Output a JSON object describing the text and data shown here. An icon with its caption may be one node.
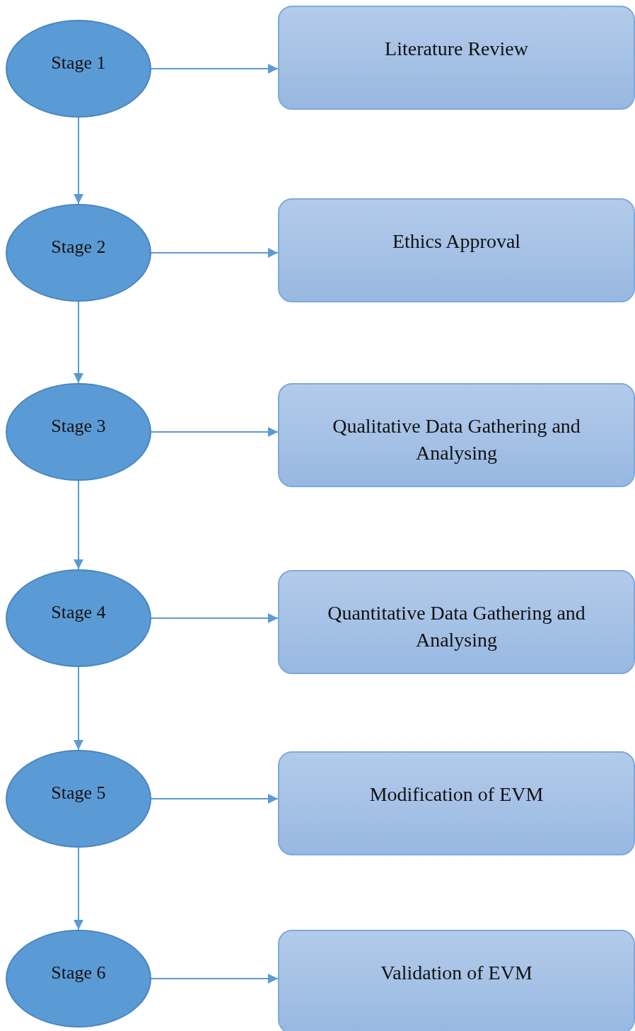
{
  "diagram": {
    "nodes": [
      {
        "text": [
          "Stage 1"
        ]
      },
      {
        "text": [
          "Literature Review"
        ]
      },
      {
        "text": [
          "Stage 2"
        ]
      },
      {
        "text": [
          "Ethics Approval"
        ]
      },
      {
        "text": [
          "Stage 3"
        ]
      },
      {
        "text": [
          "Qualitative Data Gathering and Analysing"
        ]
      },
      {
        "text": [
          "Stage 4"
        ]
      },
      {
        "text": [
          "Quantitative Data Gathering and Analysing"
        ]
      },
      {
        "text": [
          "Stage 5"
        ]
      },
      {
        "text": [
          "Modification of EVM"
        ]
      },
      {
        "text": [
          "Stage 6"
        ]
      },
      {
        "text": [
          "Validation of EVM"
        ]
      }
    ],
    "edges": [
      {
        "from": 0,
        "to": 1,
        "arrow": "to"
      },
      {
        "from": 0,
        "to": 2,
        "arrow": "to"
      },
      {
        "from": 2,
        "to": 3,
        "arrow": "to"
      },
      {
        "from": 2,
        "to": 4,
        "arrow": "to"
      },
      {
        "from": 4,
        "to": 5,
        "arrow": "to"
      },
      {
        "from": 4,
        "to": 6,
        "arrow": "to"
      },
      {
        "from": 6,
        "to": 7,
        "arrow": "to"
      },
      {
        "from": 6,
        "to": 8,
        "arrow": "to"
      },
      {
        "from": 8,
        "to": 9,
        "arrow": "to"
      },
      {
        "from": 8,
        "to": 10,
        "arrow": "to"
      },
      {
        "from": 10,
        "to": 11,
        "arrow": "to"
      }
    ]
  }
}
